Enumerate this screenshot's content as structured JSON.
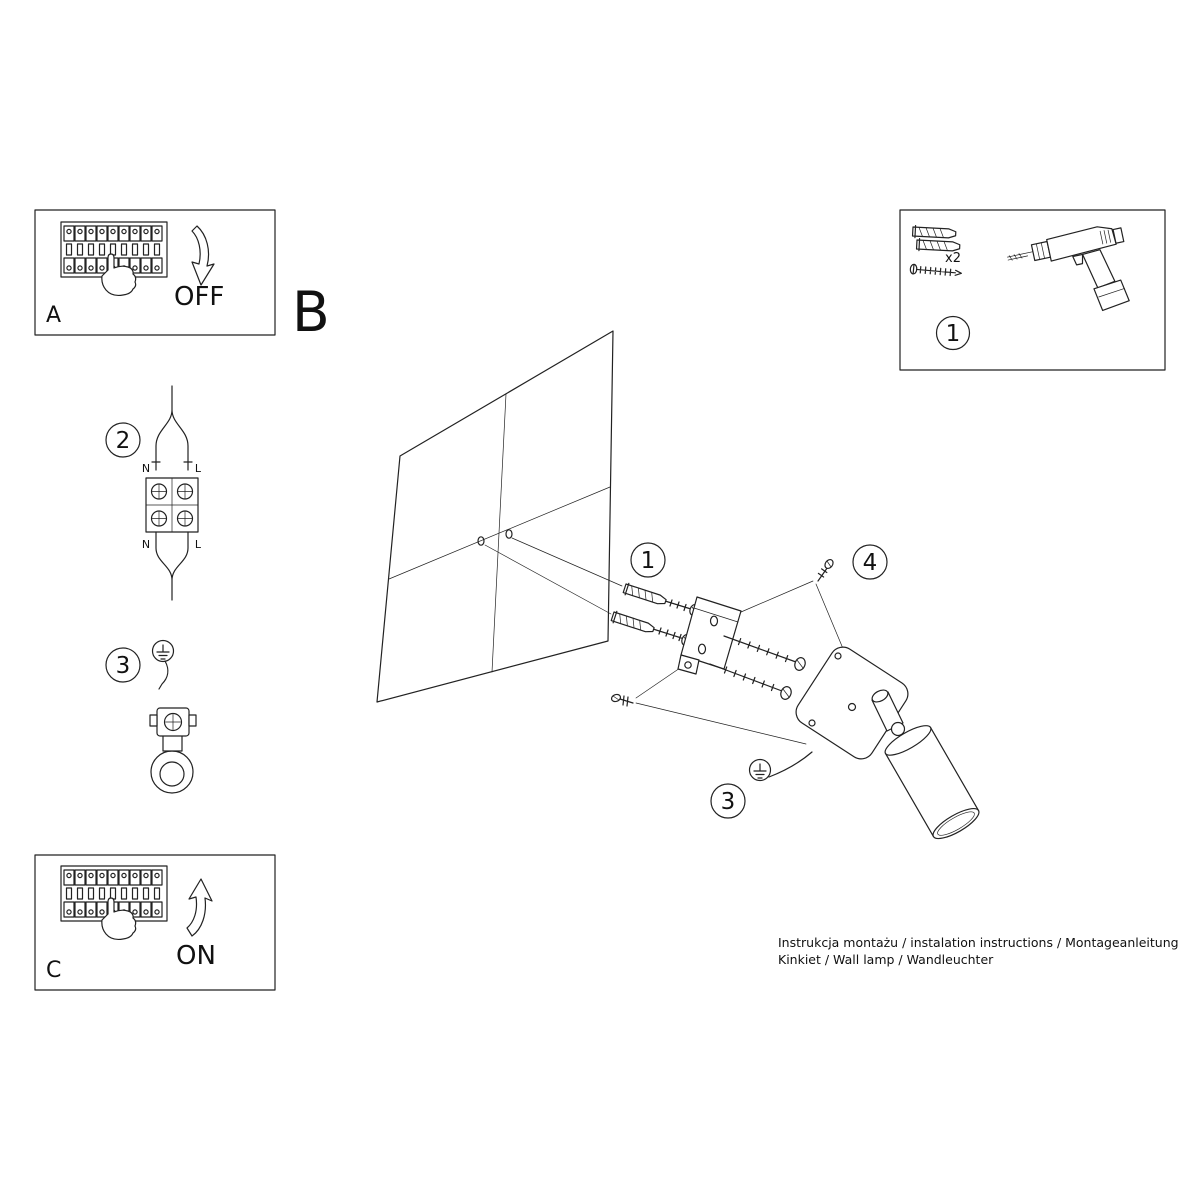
{
  "labels": {
    "panel_a": "A",
    "panel_b": "B",
    "panel_c": "C",
    "off": "OFF",
    "on": "ON"
  },
  "kit": {
    "step": "1",
    "quantity": "x2"
  },
  "steps": {
    "wiring": "2",
    "ground_left": "3",
    "dowels": "1",
    "screws": "4",
    "ground_lamp": "3"
  },
  "wiring": {
    "top_n": "N",
    "top_l": "L",
    "bottom_n": "N",
    "bottom_l": "L"
  },
  "footer": {
    "line1": "Instrukcja montażu / instalation instructions / Montageanleitung",
    "line2": "Kinkiet / Wall lamp / Wandleuchter"
  }
}
